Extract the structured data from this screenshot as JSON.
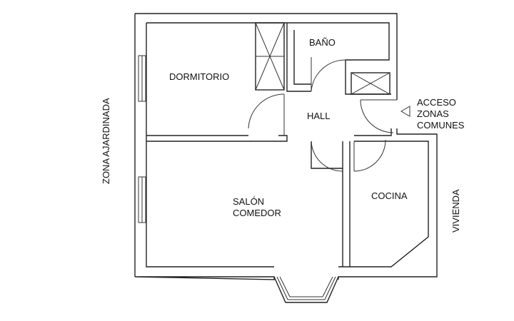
{
  "rooms": {
    "dormitorio": "DORMITORIO",
    "bano": "BAÑO",
    "hall": "HALL",
    "salon_line1": "SALÓN",
    "salon_line2": "COMEDOR",
    "cocina": "COCINA"
  },
  "access": {
    "line1": "ACCESO",
    "line2": "ZONAS",
    "line3": "COMUNES"
  },
  "surroundings": {
    "left": "ZONA AJARDINADA",
    "right": "VIVIENDA"
  }
}
